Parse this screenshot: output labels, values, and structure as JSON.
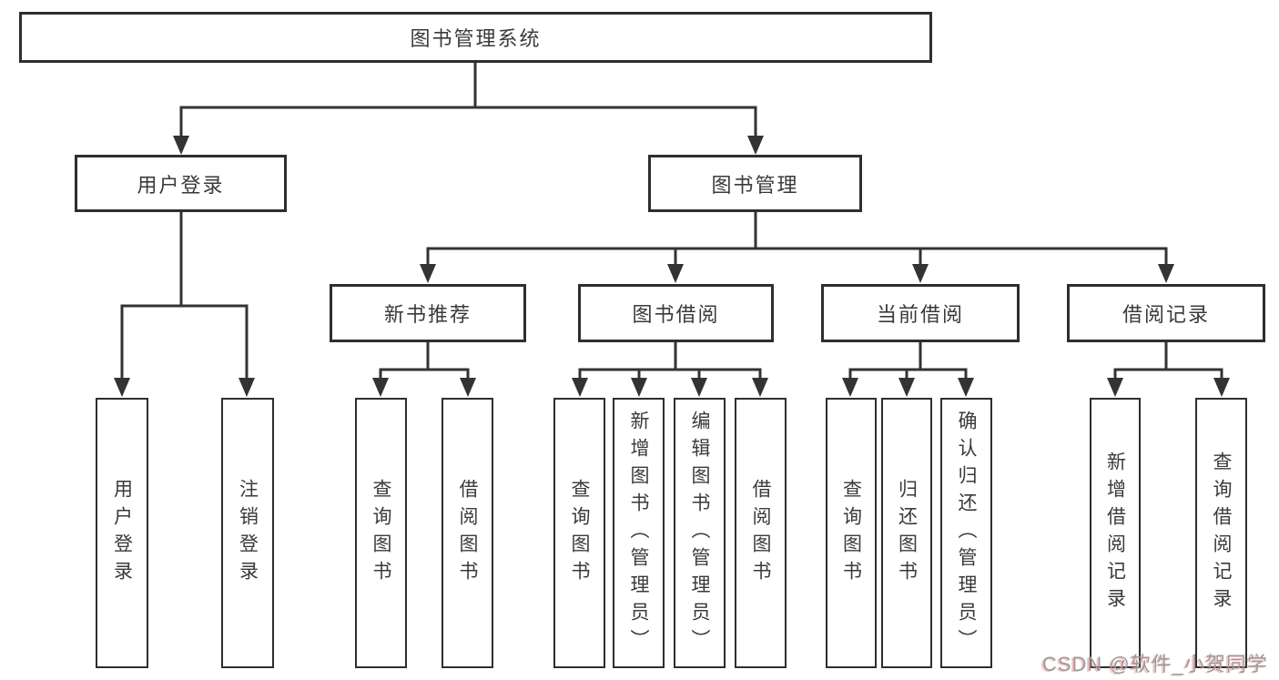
{
  "colors": {
    "line": "#333333",
    "box_border": "#2e2e2e",
    "text": "#3a3a3a",
    "watermark": "#9b9b9b"
  },
  "watermark": "CSDN @软件_小贺同学",
  "tree": {
    "root": "图书管理系统",
    "branches": [
      {
        "label": "用户登录",
        "children": [
          "用户登录",
          "注销登录"
        ]
      },
      {
        "label": "图书管理",
        "groups": [
          {
            "label": "新书推荐",
            "children": [
              "查询图书",
              "借阅图书"
            ]
          },
          {
            "label": "图书借阅",
            "children": [
              "查询图书",
              "新增图书（管理员）",
              "编辑图书（管理员）",
              "借阅图书"
            ]
          },
          {
            "label": "当前借阅",
            "children": [
              "查询图书",
              "归还图书",
              "确认归还（管理员）"
            ]
          },
          {
            "label": "借阅记录",
            "children": [
              "新增借阅记录",
              "查询借阅记录"
            ]
          }
        ]
      }
    ]
  }
}
